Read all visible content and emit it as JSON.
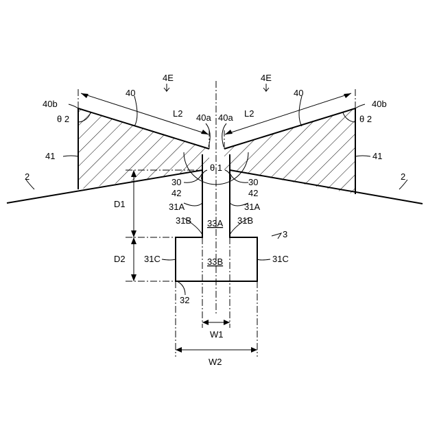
{
  "labels": {
    "group_left": "4E",
    "group_right": "4E",
    "member_left": "40",
    "member_right": "40",
    "end_left": "40b",
    "end_right": "40b",
    "tip_left": "40a",
    "tip_right": "40a",
    "length_left": "L2",
    "length_right": "L2",
    "angle2_left": "θ 2",
    "angle2_right": "θ 2",
    "angle1": "θ 1",
    "block_left": "41",
    "block_right": "41",
    "base_left": "2",
    "base_right": "2",
    "edge_left": "30",
    "edge_right": "30",
    "face_left": "42",
    "face_right": "42",
    "wall_a_left": "31A",
    "wall_a_right": "31A",
    "wall_b_left": "31B",
    "wall_b_right": "31B",
    "wall_c_left": "31C",
    "wall_c_right": "31C",
    "region_a": "33A",
    "region_b": "33B",
    "bottom": "32",
    "groove": "3",
    "depth1": "D1",
    "depth2": "D2",
    "width1": "W1",
    "width2": "W2"
  }
}
